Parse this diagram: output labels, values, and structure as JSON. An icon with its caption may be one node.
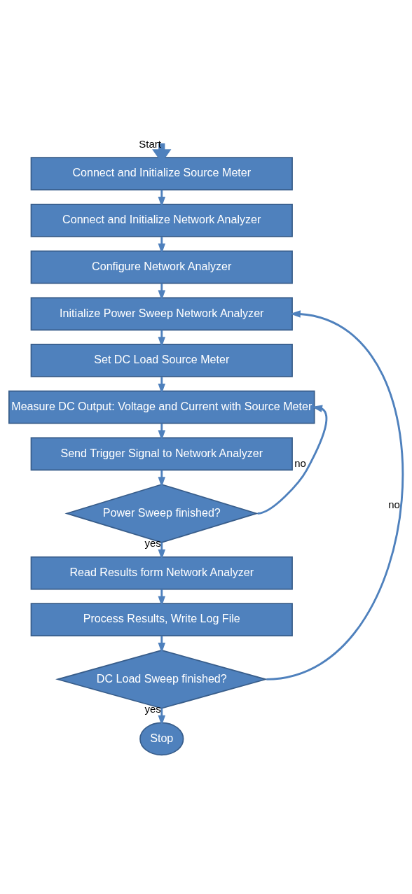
{
  "diagram": {
    "nodes": [
      {
        "text": [
          "Connect and Initialize Source Meter"
        ]
      },
      {
        "text": [
          "Connect and Initialize Network Analyzer"
        ]
      },
      {
        "text": [
          "Configure Network Analyzer"
        ]
      },
      {
        "text": [
          "Initialize Power Sweep Network Analyzer"
        ]
      },
      {
        "text": [
          "Set DC Load Source Meter"
        ]
      },
      {
        "text": [
          "Measure DC Output: Voltage and Current with Source Meter"
        ]
      },
      {
        "text": [
          "Send Trigger Signal to Network Analyzer"
        ]
      },
      {
        "text": [
          "Power Sweep finished?"
        ]
      },
      {
        "text": [
          "Read Results form Network Analyzer"
        ]
      },
      {
        "text": [
          "Process Results, Write Log File"
        ]
      },
      {
        "text": [
          "DC Load Sweep finished?"
        ]
      },
      {
        "text": [
          "Stop"
        ]
      }
    ],
    "edges": [
      {
        "from": null,
        "to": 0,
        "arrow": "to",
        "label": "Start",
        "style": "thick"
      },
      {
        "from": 0,
        "to": 1,
        "arrow": "to"
      },
      {
        "from": 1,
        "to": 2,
        "arrow": "to"
      },
      {
        "from": 2,
        "to": 3,
        "arrow": "to"
      },
      {
        "from": 3,
        "to": 4,
        "arrow": "to"
      },
      {
        "from": 4,
        "to": 5,
        "arrow": "to"
      },
      {
        "from": 5,
        "to": 6,
        "arrow": "to"
      },
      {
        "from": 6,
        "to": 7,
        "arrow": "to"
      },
      {
        "from": 7,
        "to": 5,
        "arrow": "to",
        "label": "no"
      },
      {
        "from": 7,
        "to": 8,
        "arrow": "to",
        "label": "yes"
      },
      {
        "from": 8,
        "to": 9,
        "arrow": "to"
      },
      {
        "from": 9,
        "to": 10,
        "arrow": "to"
      },
      {
        "from": 10,
        "to": 3,
        "arrow": "to",
        "label": "no"
      },
      {
        "from": 10,
        "to": 11,
        "arrow": "to",
        "label": "yes"
      }
    ]
  }
}
